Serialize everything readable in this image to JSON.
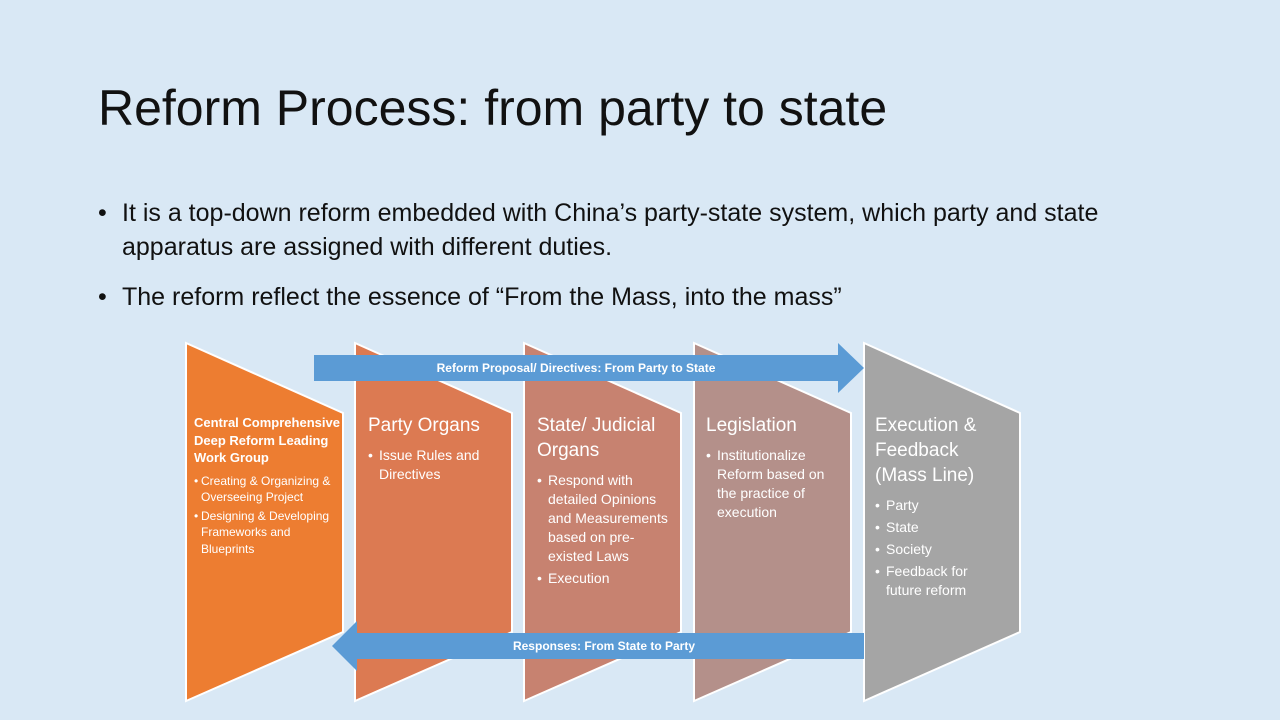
{
  "slide": {
    "title": "Reform Process: from party to state",
    "bullets": [
      "It is a top-down reform embedded with China’s party-state system, which party and state apparatus are assigned with different duties.",
      "The reform reflect the essence of “From the Mass, into the mass”"
    ]
  },
  "diagram": {
    "stages": [
      {
        "title": "Central Comprehensive Deep Reform Leading Work Group",
        "items": [
          "Creating & Organizing & Overseeing Project",
          "Designing & Developing Frameworks and Blueprints"
        ],
        "color": "#ed7d31"
      },
      {
        "title": "Party Organs",
        "items": [
          "Issue Rules and Directives"
        ],
        "color": "#dc7a52"
      },
      {
        "title": "State/ Judicial Organs",
        "items": [
          "Respond with detailed Opinions and Measurements based on pre-existed Laws",
          "Execution"
        ],
        "color": "#c78270"
      },
      {
        "title": "Legislation",
        "items": [
          "Institutionalize Reform based on the practice of execution"
        ],
        "color": "#b4908a"
      },
      {
        "title": "Execution & Feedback (Mass Line)",
        "items": [
          "Party",
          "State",
          "Society",
          "Feedback for future reform"
        ],
        "color": "#a5a5a5"
      }
    ],
    "arrows": {
      "forward_label": "Reform Proposal/ Directives: From Party to State",
      "backward_label": "Responses: From State to Party",
      "color": "#5b9bd5"
    }
  }
}
